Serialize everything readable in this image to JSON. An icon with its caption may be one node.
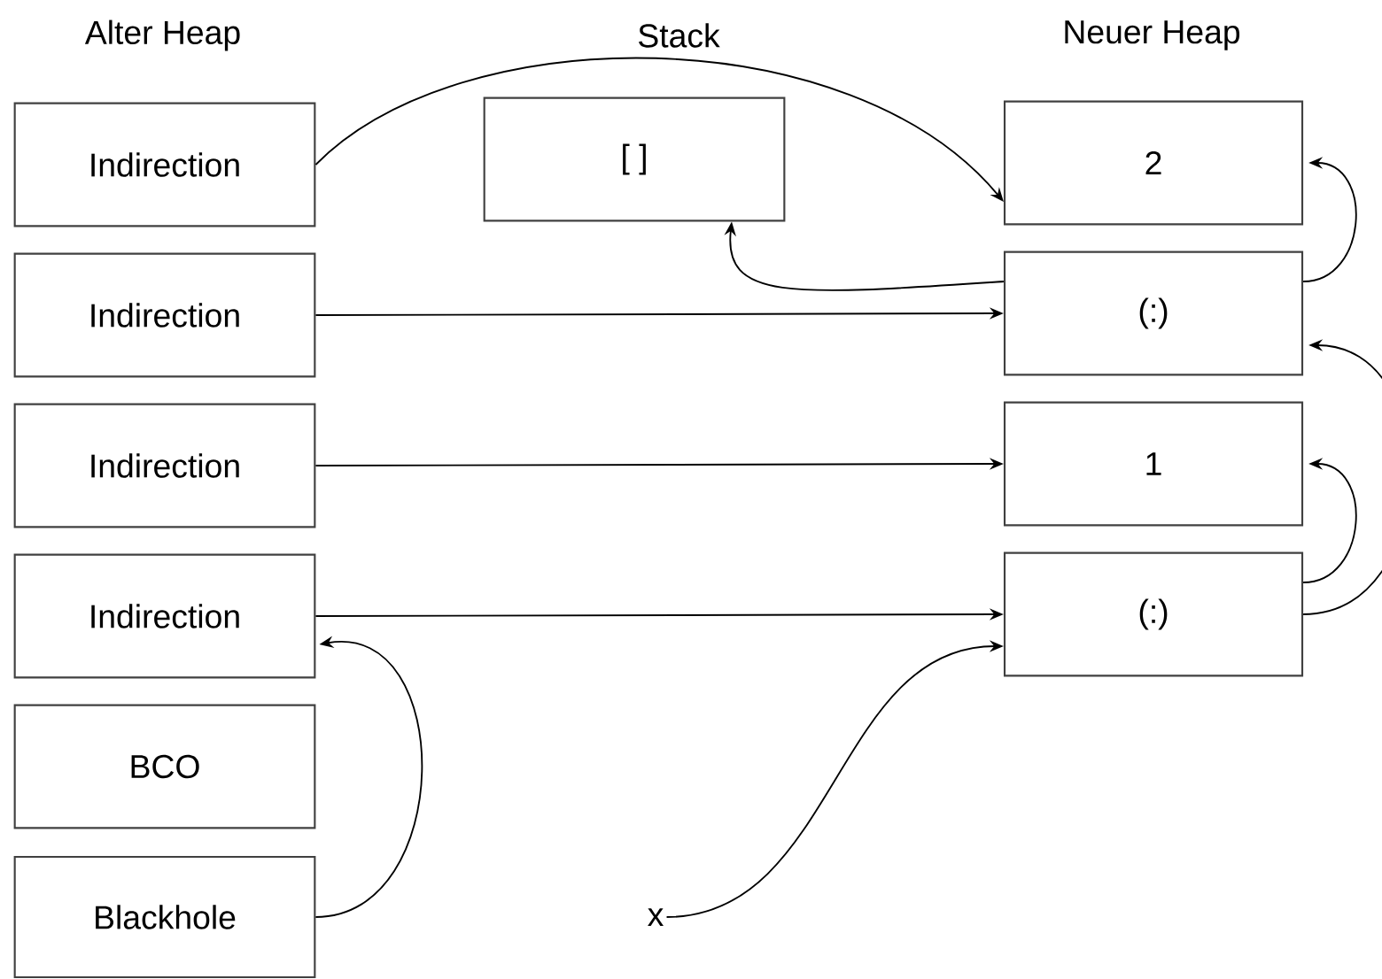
{
  "diagram": {
    "nodes": [
      {
        "text": [
          "Indirection"
        ]
      },
      {
        "text": [
          "Indirection"
        ]
      },
      {
        "text": [
          "Indirection"
        ]
      },
      {
        "text": [
          "Indirection"
        ]
      },
      {
        "text": [
          "BCO"
        ]
      },
      {
        "text": [
          "Blackhole"
        ]
      },
      {
        "text": [
          "[ ]"
        ]
      },
      {
        "text": [
          "2"
        ]
      },
      {
        "text": [
          "(:)"
        ]
      },
      {
        "text": [
          "1"
        ]
      },
      {
        "text": [
          "(:)"
        ]
      },
      {
        "text": [
          "x"
        ]
      }
    ],
    "edges": [
      {
        "from": 0,
        "to": 7,
        "arrow": "to"
      },
      {
        "from": 1,
        "to": 8,
        "arrow": "to"
      },
      {
        "from": 2,
        "to": 9,
        "arrow": "to"
      },
      {
        "from": 3,
        "to": 10,
        "arrow": "to"
      },
      {
        "from": 5,
        "to": 3,
        "arrow": "to"
      },
      {
        "from": 11,
        "to": 10,
        "arrow": "to"
      },
      {
        "from": 8,
        "to": 6,
        "arrow": "to"
      },
      {
        "from": 8,
        "to": 7,
        "arrow": "to"
      },
      {
        "from": 10,
        "to": 9,
        "arrow": "to"
      },
      {
        "from": 10,
        "to": 8,
        "arrow": "to"
      }
    ],
    "labels": [
      "Alter Heap",
      "Stack",
      "Neuer Heap"
    ]
  }
}
